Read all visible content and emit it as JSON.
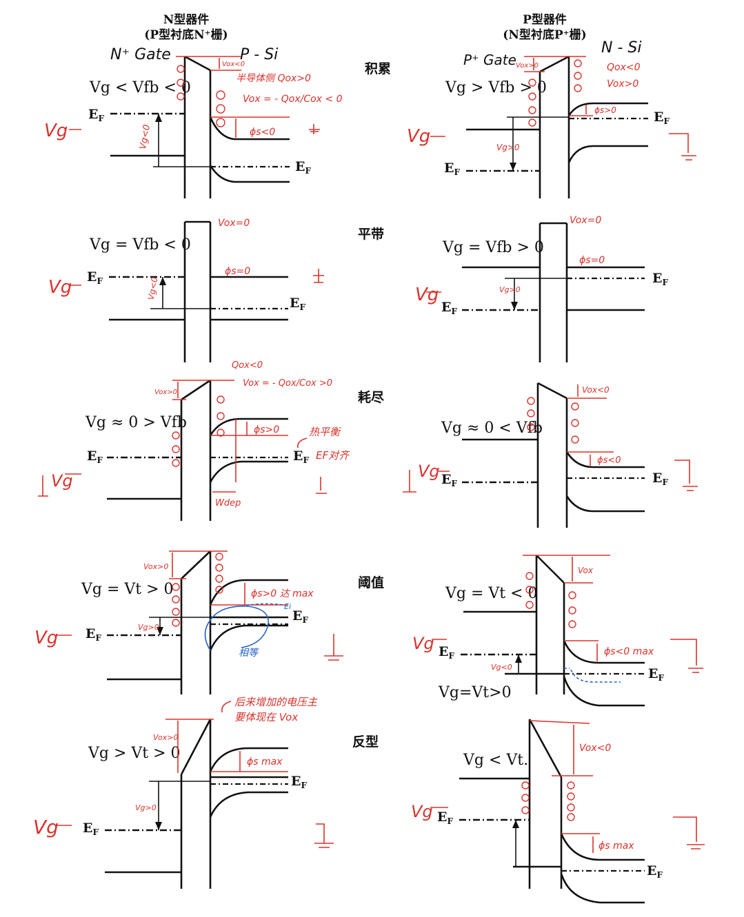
{
  "left_header": {
    "line1": "N型器件",
    "line2": "(P型衬底N⁺栅)",
    "gate": "N⁺ Gate",
    "substrate": "P - Si"
  },
  "right_header": {
    "line1": "P型器件",
    "line2": "(N型衬底P⁺栅)",
    "gate": "P⁺ Gate",
    "substrate": "N - Si"
  },
  "stages": [
    "积累",
    "平带",
    "耗尽",
    "阈值",
    "反型"
  ],
  "labels": {
    "ef": "E",
    "ef_sub": "F",
    "vg": "Vg",
    "ei": "Ei"
  },
  "left_eqs": [
    "Vg < Vfb < 0",
    "Vg = Vfb < 0",
    "Vg ≈ 0 > Vfb",
    "Vg = Vt > 0",
    "Vg > Vt > 0"
  ],
  "right_eqs": [
    "Vg > Vfb > 0",
    "Vg = Vfb > 0",
    "Vg ≈ 0 < Vfb",
    "Vg = Vt < 0",
    "Vg < Vt."
  ],
  "right_extra": "Vg=Vt>0",
  "annotations": {
    "l_acc_qox": "半导体侧 Qox>0",
    "l_acc_vox": "Vox = - Qox/Cox < 0",
    "l_acc_vox_small": "Vox<0",
    "l_acc_phis": "ϕs<0",
    "l_acc_vg": "Vg<0",
    "l_fb_vox": "Vox=0",
    "l_fb_phis": "ϕs=0",
    "l_fb_vg": "Vg<0",
    "l_dep_qox": "Qox<0",
    "l_dep_vox": "Vox = - Qox/Cox >0",
    "l_dep_voxs": "Vox>0",
    "l_dep_phis": "ϕs>0",
    "l_dep_note1": "热平衡",
    "l_dep_note2": "EF对齐",
    "l_dep_wdep": "Wdep",
    "l_th_vox": "Vox>0",
    "l_th_phis": "ϕs>0 达 max",
    "l_th_vg": "Vg>0",
    "l_th_blue": "相等",
    "l_inv_note1": "后来增加的电压主",
    "l_inv_note2": "要体现在 Vox",
    "l_inv_vox": "Vox>0",
    "l_inv_phis": "ϕs max",
    "l_inv_vg": "Vg>0",
    "r_acc_qox": "Qox<0",
    "r_acc_vox": "Vox>0",
    "r_acc_voxs": "Vox>0",
    "r_acc_phis": "ϕs>0",
    "r_acc_vg": "Vg>0",
    "r_fb_vox": "Vox=0",
    "r_fb_phis": "ϕs=0",
    "r_fb_vg": "Vg>0",
    "r_dep_vox": "Vox<0",
    "r_dep_phis": "ϕs<0",
    "r_th_vox": "Vox",
    "r_th_phis": "ϕs<0 max",
    "r_th_vg": "Vg<0",
    "r_inv_vox": "Vox<0",
    "r_inv_phis": "ϕs max"
  },
  "colors": {
    "ink": "#111111",
    "red_annotation": "#d8322b",
    "blue_annotation": "#2563c9"
  }
}
